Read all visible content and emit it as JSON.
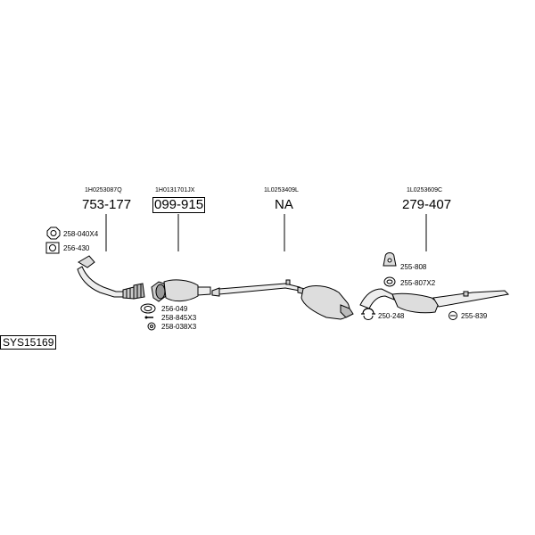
{
  "system_id": "SYS15169",
  "sections": [
    {
      "oem": "1H0253087Q",
      "part": "753-177"
    },
    {
      "oem": "1H0131701JX",
      "part": "099-915"
    },
    {
      "oem": "1L0253409L",
      "part": "NA"
    },
    {
      "oem": "1L0253609C",
      "part": "279-407"
    }
  ],
  "accessories": {
    "a1": "258-040X4",
    "a2": "256-430",
    "a3": "256-049",
    "a4": "258-845X3",
    "a5": "258-038X3",
    "a6": "255-808",
    "a7": "255-807X2",
    "a8": "250-248",
    "a9": "255-839"
  }
}
